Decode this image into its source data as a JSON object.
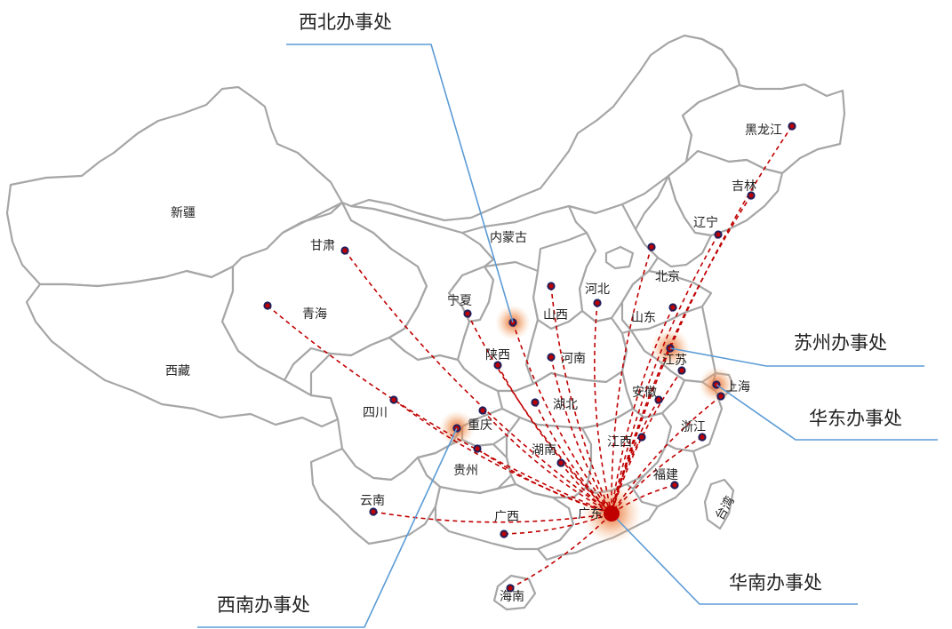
{
  "map": {
    "regions": [
      {
        "id": "xinjiang",
        "label": "新疆"
      },
      {
        "id": "xizang",
        "label": "西藏"
      },
      {
        "id": "qinghai",
        "label": "青海"
      },
      {
        "id": "gansu",
        "label": "甘肃"
      },
      {
        "id": "neimenggu",
        "label": "内蒙古"
      },
      {
        "id": "ningxia",
        "label": "宁夏"
      },
      {
        "id": "shaanxi",
        "label": "陕西"
      },
      {
        "id": "shanxi",
        "label": "山西"
      },
      {
        "id": "hebei",
        "label": "河北"
      },
      {
        "id": "beijing",
        "label": "北京"
      },
      {
        "id": "liaoning",
        "label": "辽宁"
      },
      {
        "id": "jilin",
        "label": "吉林"
      },
      {
        "id": "heilongjiang",
        "label": "黑龙江"
      },
      {
        "id": "shandong",
        "label": "山东"
      },
      {
        "id": "henan",
        "label": "河南"
      },
      {
        "id": "jiangsu",
        "label": "江苏"
      },
      {
        "id": "shanghai",
        "label": "上海"
      },
      {
        "id": "anhui",
        "label": "安徽"
      },
      {
        "id": "hubei",
        "label": "湖北"
      },
      {
        "id": "sichuan",
        "label": "四川"
      },
      {
        "id": "chongqing",
        "label": "重庆"
      },
      {
        "id": "guizhou",
        "label": "贵州"
      },
      {
        "id": "hunan",
        "label": "湖南"
      },
      {
        "id": "jiangxi",
        "label": "江西"
      },
      {
        "id": "zhejiang",
        "label": "浙江"
      },
      {
        "id": "fujian",
        "label": "福建"
      },
      {
        "id": "yunnan",
        "label": "云南"
      },
      {
        "id": "guangxi",
        "label": "广西"
      },
      {
        "id": "guangdong",
        "label": "广东"
      },
      {
        "id": "hainan",
        "label": "海南"
      },
      {
        "id": "taiwan",
        "label": "台湾"
      }
    ],
    "hub": "guangdong",
    "route_color": "#c00000",
    "callout_color": "#5b9bd5",
    "glow_color": "#e8843a"
  },
  "offices": [
    {
      "id": "northwest",
      "label": "西北办事处"
    },
    {
      "id": "suzhou",
      "label": "苏州办事处"
    },
    {
      "id": "east",
      "label": "华东办事处"
    },
    {
      "id": "southwest",
      "label": "西南办事处"
    },
    {
      "id": "south",
      "label": "华南办事处"
    }
  ]
}
